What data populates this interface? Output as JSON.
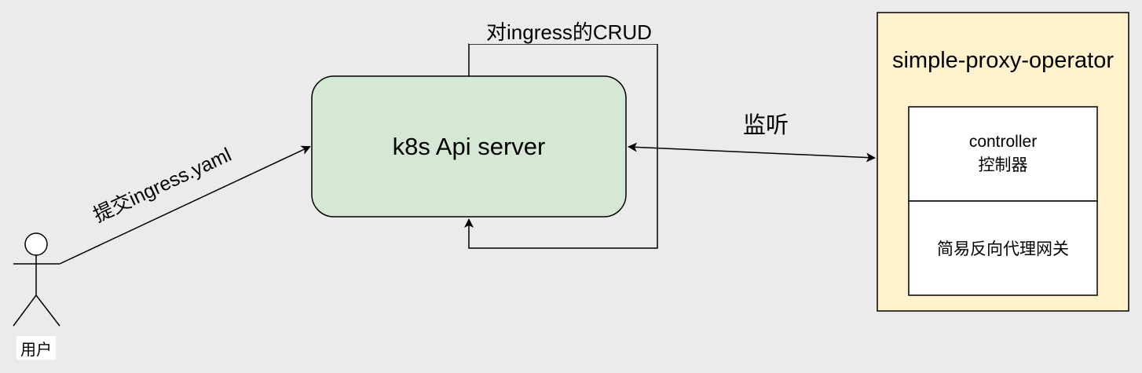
{
  "actor": {
    "label": "用户"
  },
  "edges": {
    "submit_label": "提交ingress.yaml",
    "crud_label": "对ingress的CRUD",
    "watch_label": "监听"
  },
  "api_server": {
    "label": "k8s Api server",
    "fill": "#d5e8d4"
  },
  "operator": {
    "title": "simple-proxy-operator",
    "fill": "#fff2cc",
    "controller_line1": "controller",
    "controller_line2": "控制器",
    "proxy_label": "简易反向代理网关"
  }
}
